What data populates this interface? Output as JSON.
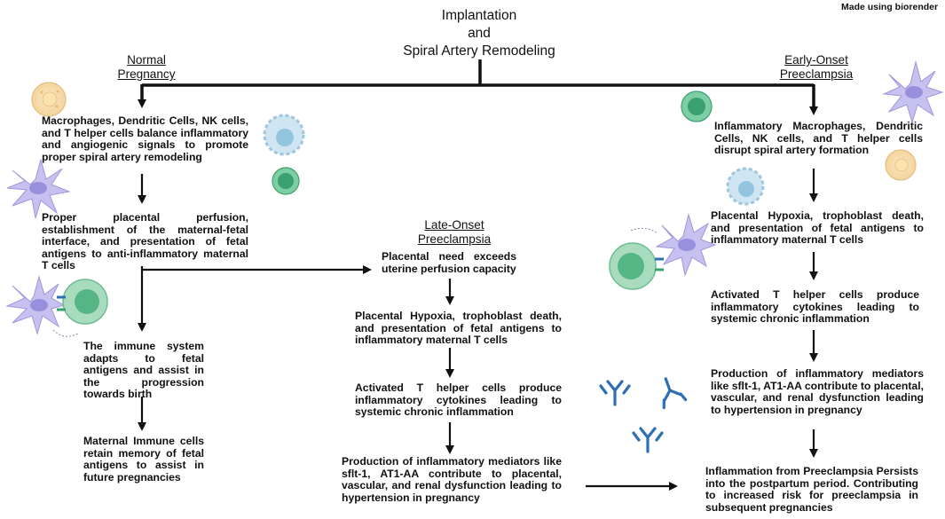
{
  "credit": "Made using biorender",
  "title": {
    "line1": "Implantation",
    "line2": "and",
    "line3": "Spiral Artery Remodeling"
  },
  "normal": {
    "heading1": "Normal",
    "heading2": "Pregnancy",
    "box1": "Macrophages, Dendritic Cells, NK cells, and T helper cells balance inflammatory and angiogenic signals to promote proper spiral artery remodeling",
    "box2": "Proper placental perfusion, establishment of the maternal-fetal interface, and presentation of fetal antigens to anti-inflammatory maternal T cells",
    "box3": "The immune system adapts to fetal antigens and assist in the progression towards birth",
    "box4": "Maternal Immune cells retain memory of fetal antigens to assist in future pregnancies"
  },
  "late": {
    "heading1": "Late-Onset",
    "heading2": "Preeclampsia",
    "box1": "Placental need exceeds uterine perfusion capacity",
    "box2": "Placental Hypoxia, trophoblast death, and presentation of fetal antigens to inflammatory maternal T cells",
    "box3": "Activated T helper cells produce inflammatory cytokines leading to systemic chronic inflammation",
    "box4": "Production of inflammatory mediators like sflt-1, AT1-AA contribute to placental, vascular, and renal dysfunction leading to hypertension in pregnancy"
  },
  "early": {
    "heading1": "Early-Onset",
    "heading2": "Preeclampsia",
    "box1": "Inflammatory Macrophages, Dendritic Cells, NK cells, and T helper cells disrupt spiral artery formation",
    "box2": "Placental Hypoxia, trophoblast death, and presentation of fetal antigens to inflammatory maternal T cells",
    "box3": "Activated T helper cells produce inflammatory cytokines leading to systemic chronic inflammation",
    "box4": "Production of inflammatory mediators like sflt-1, AT1-AA contribute to placental, vascular, and renal dysfunction leading to hypertension in pregnancy",
    "box5": "Inflammation from Preeclampsia Persists into the postpartum period. Contributing to increased risk for preeclampsia in subsequent pregnancies"
  },
  "icons": [
    "macrophage-icon",
    "t-cell-icon",
    "nk-cell-icon",
    "dendritic-cell-icon",
    "antibody-icon",
    "immune-synapse-icon"
  ],
  "colors": {
    "arrow": "#111111",
    "macrophage": "#f6dcae",
    "tcell": "#5fc08d",
    "nkcell": "#a9cfe6",
    "dendritic": "#b9b4e8",
    "antibody": "#2d6fb5"
  }
}
